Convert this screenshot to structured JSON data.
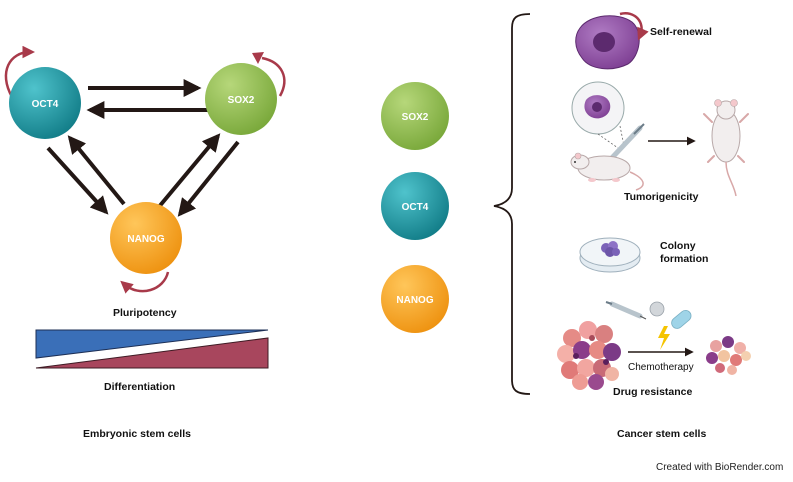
{
  "esc": {
    "nodes": {
      "oct4": {
        "label": "OCT4",
        "color": "#1d9aa6"
      },
      "sox2": {
        "label": "SOX2",
        "color": "#8ebd45"
      },
      "nanog": {
        "label": "NANOG",
        "color": "#f6a42a"
      }
    },
    "pluripotency_label": "Pluripotency",
    "differentiation_label": "Differentiation",
    "footer": "Embryonic stem cells",
    "pluripotency_color": "#3a6fb8",
    "differentiation_color": "#a8465d"
  },
  "csc": {
    "nodes": {
      "sox2": {
        "label": "SOX2",
        "color": "#8ebd45"
      },
      "oct4": {
        "label": "OCT4",
        "color": "#1d9aa6"
      },
      "nanog": {
        "label": "NANOG",
        "color": "#f6a42a"
      }
    },
    "properties": {
      "self_renewal": "Self-renewal",
      "tumorigenicity": "Tumorigenicity",
      "colony_line1": "Colony",
      "colony_line2": "formation",
      "chemotherapy": "Chemotherapy",
      "drug_resistance": "Drug resistance"
    },
    "footer": "Cancer stem cells"
  },
  "credit": "Created with BioRender.com",
  "colors": {
    "arrow": "#231815",
    "cycle_arrow": "#a83a4a",
    "cell_purple": "#8a4b9c"
  }
}
